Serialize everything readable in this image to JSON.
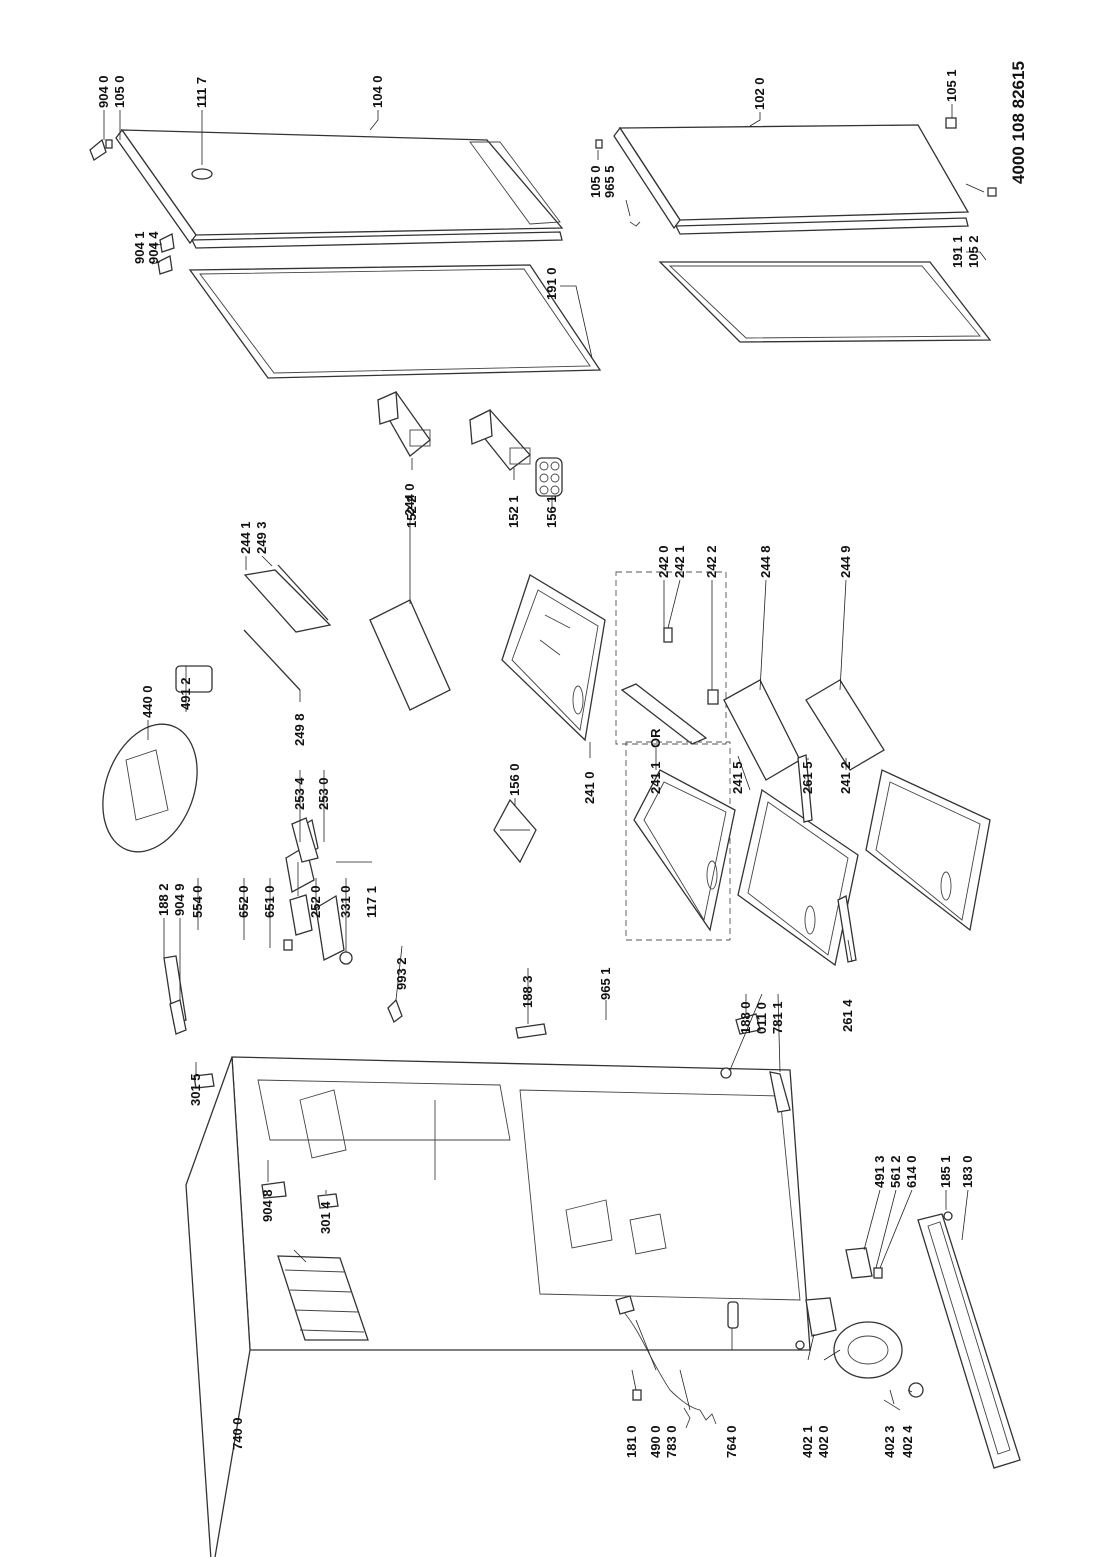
{
  "document_code": "4000 108 82615",
  "or_label": "OR",
  "labels": {
    "l9040": "904 0",
    "l1050a": "105 0",
    "l1117": "111 7",
    "l1040": "104 0",
    "l1020": "102 0",
    "l1051": "105 1",
    "l1050b": "105 0",
    "l9655": "965 5",
    "l9041": "904 1",
    "l9044": "904 4",
    "l1910": "191 0",
    "l1911": "191 1",
    "l1052": "105 2",
    "l1522": "152 2",
    "l1521": "152 1",
    "l1561": "156 1",
    "l2441": "244 1",
    "l2493": "249 3",
    "l2440": "244 0",
    "l2498": "249 8",
    "l2420": "242 0",
    "l2421": "242 1",
    "l2422": "242 2",
    "l2448": "244 8",
    "l2449": "244 9",
    "l2410": "241 0",
    "l4400": "440 0",
    "l4912": "491 2",
    "l1560": "156 0",
    "l2411": "241 1",
    "l2415": "241 5",
    "l2615": "261 5",
    "l2412": "241 2",
    "l2534": "253 4",
    "l2530": "253 0",
    "l1171": "117 1",
    "l5540": "554 0",
    "l6520": "652 0",
    "l6510": "651 0",
    "l2520": "252 0",
    "l3310": "331 0",
    "l1882": "188 2",
    "l9049": "904 9",
    "l9932": "993 2",
    "l1883": "188 3",
    "l1880": "188 0",
    "l0110": "011 0",
    "l7811": "781 1",
    "l2614": "261 4",
    "l3015": "301 5",
    "l9651": "965 1",
    "l9048": "904 8",
    "l3014": "301 4",
    "l4913": "491 3",
    "l5612": "561 2",
    "l6140": "614 0",
    "l1851": "185 1",
    "l1830": "183 0",
    "l7400": "740 0",
    "l1810": "181 0",
    "l4900": "490 0",
    "l7830": "783 0",
    "l7640": "764 0",
    "l4021": "402 1",
    "l4020": "402 0",
    "l4023": "402 3",
    "l4024": "402 4"
  }
}
